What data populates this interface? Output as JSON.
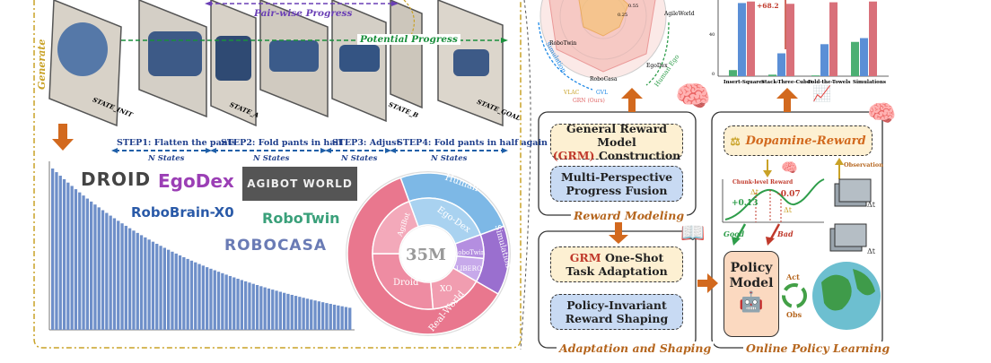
{
  "top_labels": {
    "pairwise": "Pair-wise Progress",
    "potential": "Potential Progress",
    "generate": "Generate"
  },
  "states": [
    {
      "label": "STATE_INIT",
      "color": "#c0392b"
    },
    {
      "label": "STATE_A",
      "color": "#6a3fb5"
    },
    {
      "label": "STATE_B",
      "color": "#6a3fb5"
    },
    {
      "label": "STATE_GOAL",
      "color": "#1a8f3c"
    }
  ],
  "steps": [
    {
      "title": "STEP1: Flatten the pants",
      "sub": "N States"
    },
    {
      "title": "STEP2: Fold pants in half",
      "sub": "N States"
    },
    {
      "title": "STEP3: Adjust",
      "sub": "N States"
    },
    {
      "title": "STEP4: Fold pants in half again",
      "sub": "N States"
    }
  ],
  "datasets": {
    "droid": "DROID",
    "egodex": "EgoDex",
    "agibot": "AGIBOT WORLD",
    "robobrain": "RoboBrain-X0",
    "robotwin": "RoboTwin",
    "robocasa": "ROBOCASA"
  },
  "sunburst": {
    "center": "35M",
    "segments": [
      {
        "name": "Human",
        "color": "#7db8e6"
      },
      {
        "name": "Ego-Dex",
        "color": "#a9d2f0"
      },
      {
        "name": "Simulation",
        "color": "#9a6fcf"
      },
      {
        "name": "RoboTwin",
        "color": "#b48ee0"
      },
      {
        "name": "LIBERO",
        "color": "#c7a9ea"
      },
      {
        "name": "Real-World",
        "color": "#e9778e"
      },
      {
        "name": "XO",
        "color": "#f19db0"
      },
      {
        "name": "Droid",
        "color": "#ee8ca2"
      },
      {
        "name": "AgiBot",
        "color": "#f3a9ba"
      }
    ]
  },
  "radar": {
    "labels": [
      "Simulation",
      "Human Ego",
      "RoboCasa",
      "RoboTwin",
      "EgoDex",
      "AgileWorld"
    ],
    "ticks": [
      "0.55",
      "0.25"
    ],
    "legend": [
      "VLAC",
      "GVL",
      "GRN (Ours)"
    ]
  },
  "bars_chart": {
    "categories": [
      "Insert-Squares",
      "Stack-Three-Cubes",
      "Fold-the-Towels",
      "Simulations"
    ],
    "annotation": "+68.2",
    "yticks": [
      "40",
      "0"
    ],
    "series": [
      {
        "values": [
          8,
          2,
          1,
          45
        ],
        "color": "#4caf73"
      },
      {
        "values": [
          96,
          30,
          42,
          50
        ],
        "color": "#5b8fd6"
      },
      {
        "values": [
          98,
          95,
          97,
          98
        ],
        "color": "#d9707a"
      }
    ]
  },
  "modeling": {
    "grm_line1": "General Reward Model",
    "grm_red": "(GRM)",
    "grm_line2": " Construction",
    "fusion_line1": "Multi-Perspective",
    "fusion_line2": "Progress Fusion",
    "caption": "Reward Modeling"
  },
  "adaptation": {
    "oneshot_red": "GRM",
    "oneshot_line1": " One-Shot",
    "oneshot_line2": "Task Adaptation",
    "shaping_line1": "Policy-Invariant",
    "shaping_line2": "Reward Shaping",
    "caption": "Adaptation and Shaping"
  },
  "online": {
    "dopamine": "Dopamine-Reward",
    "chunk": "Chunk-level Reward",
    "observation": "Observation",
    "good": "Good",
    "bad": "Bad",
    "pos": "+0.13",
    "neg": "-0.07",
    "dt1": "Δt",
    "dt2": "Δt",
    "policy_line1": "Policy",
    "policy_line2": "Model",
    "act": "Act",
    "obs": "Obs",
    "caption": "Online Policy Learning"
  }
}
